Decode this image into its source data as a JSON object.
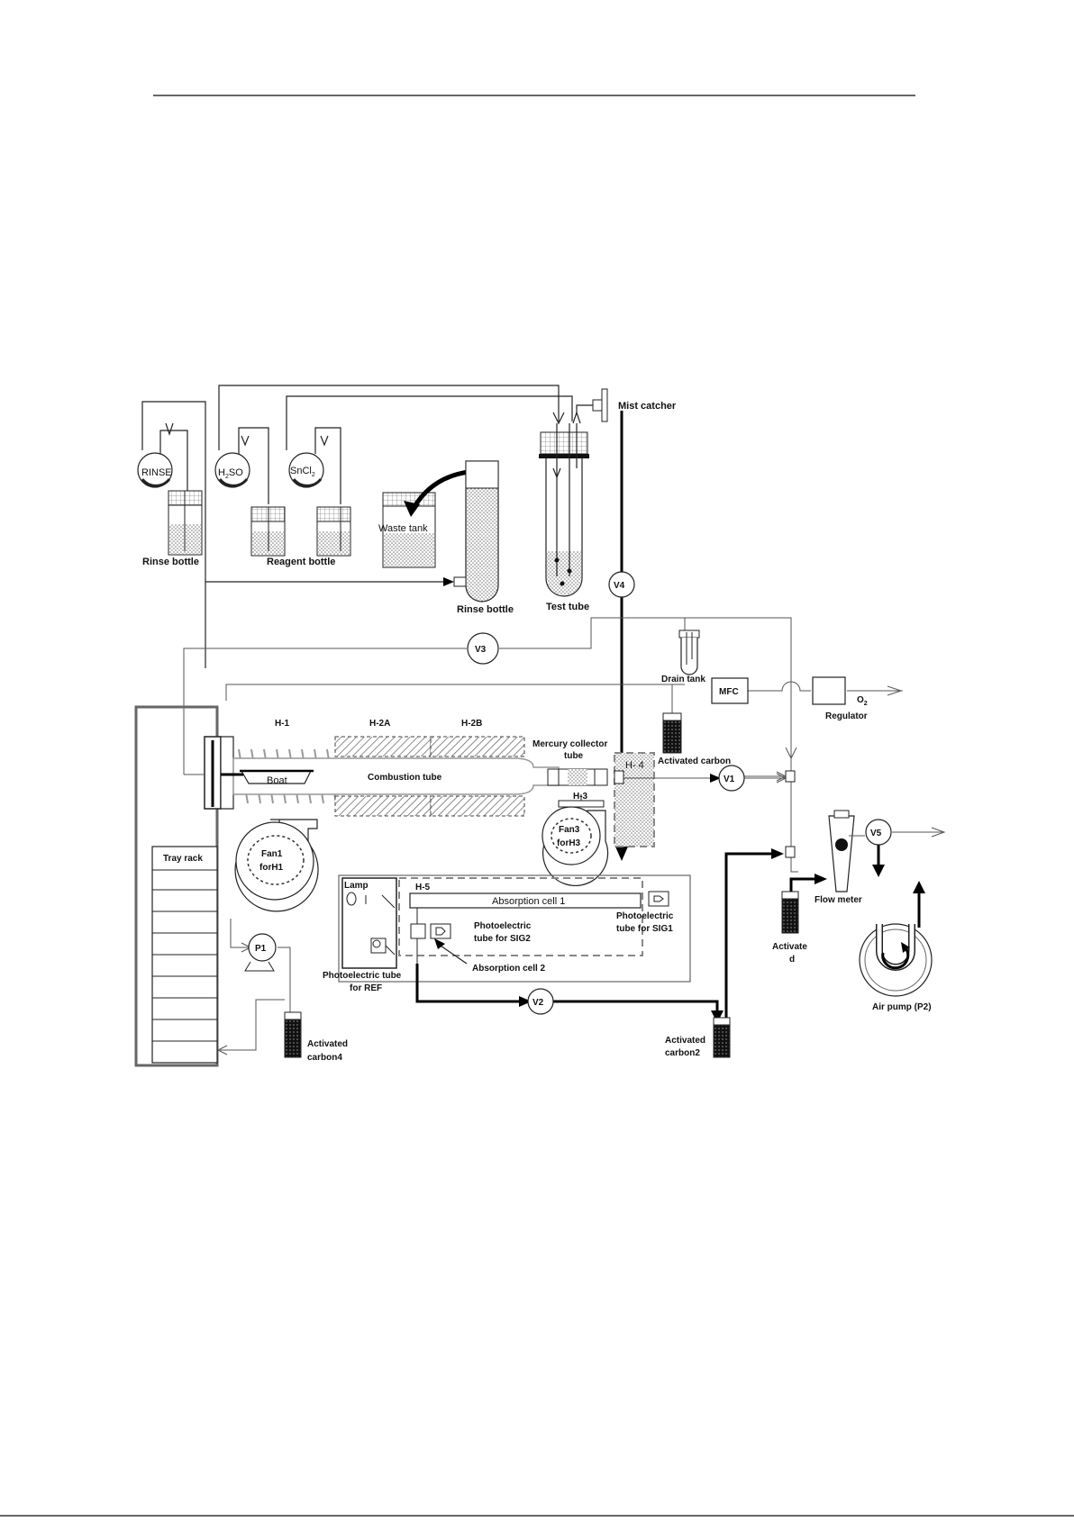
{
  "labels": {
    "mist_catcher": "Mist catcher",
    "rinse_pump": "RINSE",
    "h2so_pump": "H",
    "h2so_sub": "2",
    "h2so_tail": "SO",
    "sncl_pump": "SnCl",
    "sncl_sub": "2",
    "rinse_bottle_1": "Rinse bottle",
    "reagent_bottle": "Reagent bottle",
    "waste_tank": "Waste tank",
    "rinse_bottle_2": "Rinse bottle",
    "test_tube": "Test tube",
    "v1": "V1",
    "v2": "V2",
    "v3": "V3",
    "v4": "V4",
    "v5": "V5",
    "p1": "P1",
    "drain_tank": "Drain tank",
    "mfc": "MFC",
    "o2": "O",
    "o2_sub": "2",
    "regulator": "Regulator",
    "h1": "H-1",
    "h2a": "H-2A",
    "h2b": "H-2B",
    "h3": "H-3",
    "h4": "H- 4",
    "h5": "H-5",
    "boat": "Boat",
    "combustion_tube": "Combustion tube",
    "mercury_collector_1": "Mercury collector",
    "mercury_collector_2": "tube",
    "activated_carbon": "Activated carbon",
    "fan1_1": "Fan1",
    "fan1_2": "forH1",
    "fan3_1": "Fan3",
    "fan3_2": "forH3",
    "tray_rack": "Tray rack",
    "lamp": "Lamp",
    "absorption_cell_1": "Absorption cell  1",
    "absorption_cell_2": "Absorption cell 2",
    "pe_sig1_1": "Photoelectric",
    "pe_sig1_2": "tube for SIG1",
    "pe_sig2_1": "Photoelectric",
    "pe_sig2_2": "tube for SIG2",
    "pe_ref_1": "Photoelectric tube",
    "pe_ref_2": "for REF",
    "flow_meter": "Flow meter",
    "activated_d_1": "Activate",
    "activated_d_2": "d",
    "air_pump": "Air pump (P2)",
    "activated_carbon2_1": "Activated",
    "activated_carbon2_2": "carbon2",
    "activated_carbon4_1": "Activated",
    "activated_carbon4_2": "carbon4"
  }
}
